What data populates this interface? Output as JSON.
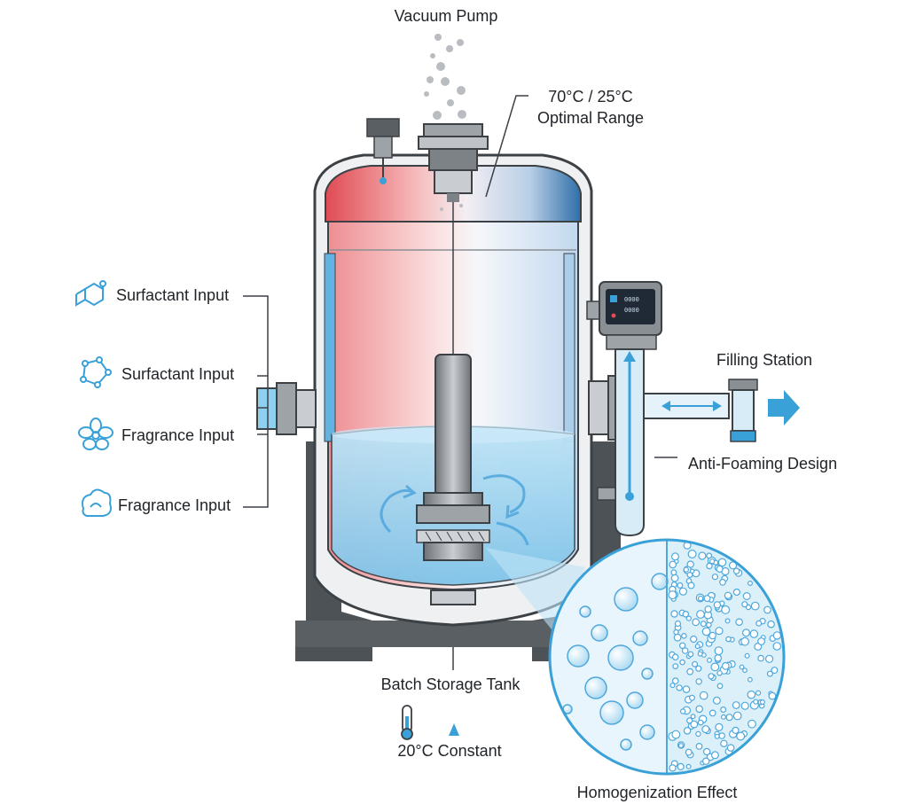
{
  "labels": {
    "vacuum_pump": "Vacuum Pump",
    "temperature_range_line1": "70°C / 25°C",
    "temperature_range_line2": "Optimal Range",
    "inputs": [
      {
        "label": "Surfactant Input",
        "icon": "hexagon-molecule-icon"
      },
      {
        "label": "Surfactant Input",
        "icon": "molecule-cluster-icon"
      },
      {
        "label": "Fragrance Input",
        "icon": "flower-icon"
      },
      {
        "label": "Fragrance Input",
        "icon": "floral-swirl-icon"
      }
    ],
    "filling_station": "Filling Station",
    "anti_foaming": "Anti-Foaming Design",
    "batch_storage": "Batch Storage Tank",
    "constant_temp": "20°C Constant",
    "homogenization": "Homogenization Effect"
  },
  "colors": {
    "hot": "#e35a5f",
    "cold": "#2f6ea8",
    "liquid": "#9fd3ee",
    "accent": "#3aa0d8",
    "metal": "#8a8f94",
    "outline": "#3c4146"
  },
  "icons": [
    "thermometer-icon",
    "triangle-marker-icon",
    "flow-arrow-icon"
  ]
}
